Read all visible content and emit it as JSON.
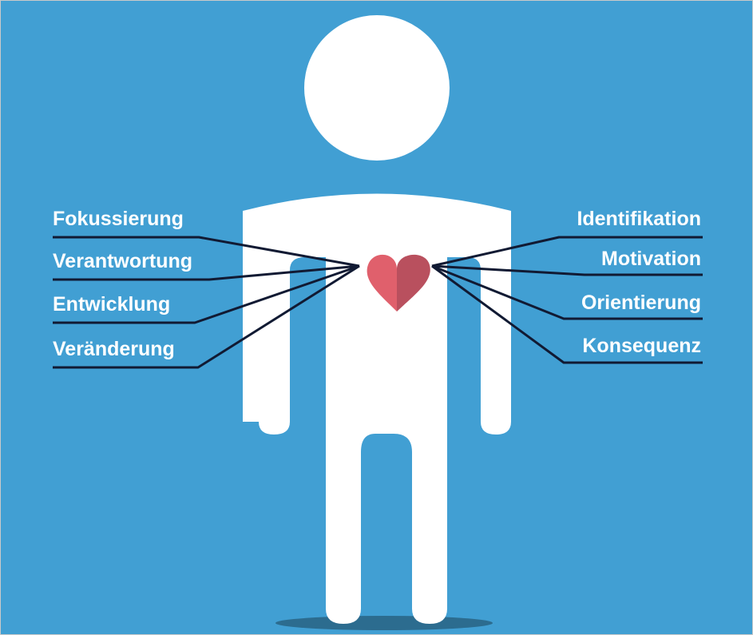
{
  "colors": {
    "background": "#419fd3",
    "figure": "#ffffff",
    "heart_left": "#e0606c",
    "heart_right": "#b9505e",
    "lines": "#111a33",
    "shadow": "#2c6c8f"
  },
  "icons": {
    "figure": "person-silhouette-icon",
    "heart": "heart-icon"
  },
  "left_labels": [
    "Fokussierung",
    "Verantwortung",
    "Entwicklung",
    "Veränderung"
  ],
  "right_labels": [
    "Identifikation",
    "Motivation",
    "Orientierung",
    "Konsequenz"
  ]
}
